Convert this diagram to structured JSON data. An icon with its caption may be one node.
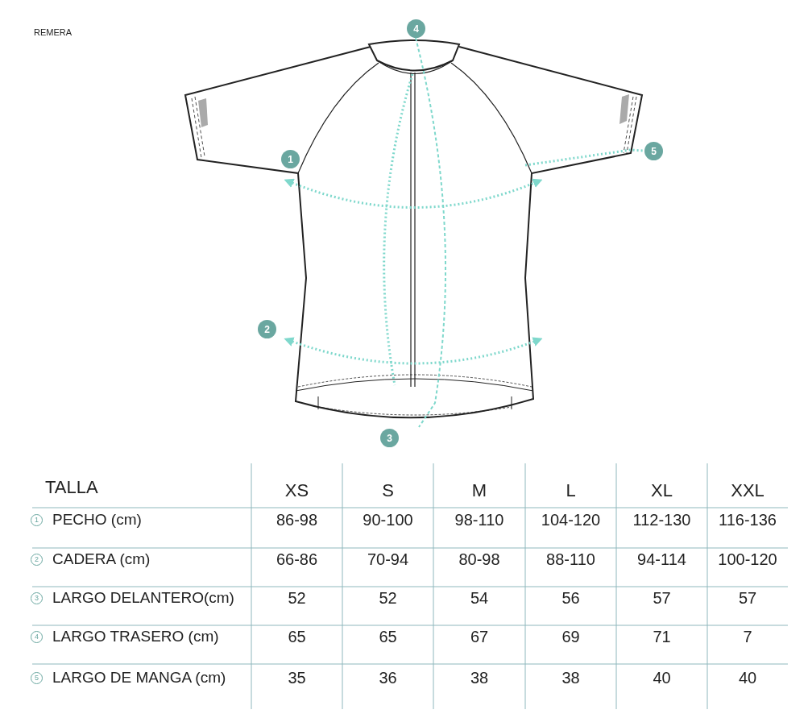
{
  "diagram": {
    "title": "REMERA",
    "labels": [
      "4",
      "1",
      "5",
      "2",
      "3",
      "TALLA",
      "XS",
      "S",
      "M",
      "L",
      "XL",
      "XXL",
      "1",
      "PECHO (cm)",
      "86-98",
      "90-100",
      "98-110",
      "104-120",
      "112-130",
      "116-136",
      "2",
      "CADERA (cm)",
      "66-86",
      "70-94",
      "80-98",
      "88-110",
      "94-114",
      "100-120",
      "3",
      "LARGO DELANTERO(cm)",
      "52",
      "52",
      "54",
      "56",
      "57",
      "57",
      "4",
      "LARGO TRASERO (cm)",
      "65",
      "65",
      "67",
      "69",
      "71",
      "7",
      "5",
      "LARGO DE MANGA (cm)",
      "35",
      "36",
      "38",
      "38",
      "40",
      "40"
    ]
  }
}
